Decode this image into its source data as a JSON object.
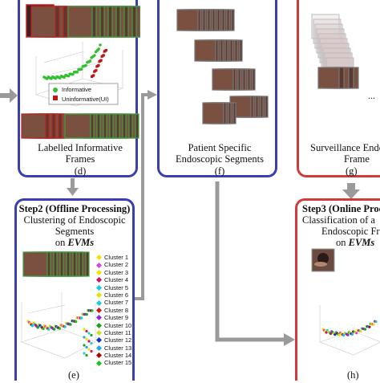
{
  "panel_d": {
    "legend_informative": "Informative",
    "legend_uninformative": "Uninformative(UI)",
    "caption_line1": "Labelled Informative",
    "caption_line2": "Frames",
    "tag": "(d)"
  },
  "panel_f": {
    "caption_line1": "Patient Specific",
    "caption_line2": "Endoscopic Segments",
    "tag": "(f)"
  },
  "panel_g": {
    "caption_line1": "Surveillance Endo",
    "caption_line2": "Frame",
    "tag": "(g)",
    "ellipsis": "..."
  },
  "panel_e": {
    "step": "Step2 (Offline Processing)",
    "line2": "Clustering of Endoscopic",
    "line3": "Segments",
    "line4_prefix": "on ",
    "line4_em": "EVMs",
    "tag": "(e)",
    "clusters": [
      "Cluster 1",
      "Cluster 2",
      "Cluster 3",
      "Cluster 4",
      "Cluster 5",
      "Cluster 6",
      "Cluster 7",
      "Cluster 8",
      "Cluster 9",
      "Cluster 10",
      "Cluster 11",
      "Cluster 12",
      "Cluster 13",
      "Cluster 14",
      "Cluster 15"
    ],
    "cluster_colors": [
      "#f2e200",
      "#e040e0",
      "#f2e200",
      "#d01060",
      "#18c8e0",
      "#e8e000",
      "#20d0c8",
      "#d01818",
      "#8a2be2",
      "#20a020",
      "#d0e020",
      "#1030c0",
      "#20a8e0",
      "#b00000",
      "#20c020"
    ]
  },
  "panel_h": {
    "step": "Step3 (Online Proc",
    "line2": "Classification of a",
    "line3": "Endoscopic Fra",
    "line4_prefix": "on ",
    "line4_em": "EVMs",
    "tag": "(h)"
  },
  "colors": {
    "blue_border": "#3a3fb0",
    "red_border": "#d23b3b",
    "arrow": "#9a9a9a",
    "informative": "#30c030",
    "uninformative": "#c01818"
  }
}
